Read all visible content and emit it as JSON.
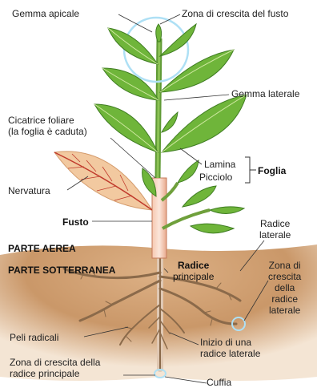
{
  "labels": {
    "gemma_apicale": "Gemma apicale",
    "zona_crescita_fusto": "Zona di crescita del fusto",
    "gemma_laterale": "Gemma laterale",
    "cicatrice_line1": "Cicatrice foliare",
    "cicatrice_line2": "(la foglia è caduta)",
    "nervatura": "Nervatura",
    "lamina": "Lamina",
    "picciolo": "Picciolo",
    "foglia": "Foglia",
    "fusto": "Fusto",
    "parte_aerea": "PARTE AEREA",
    "parte_sotterranea": "PARTE SOTTERRANEA",
    "radice_laterale_l1": "Radice",
    "radice_laterale_l2": "laterale",
    "radice_principale_l1": "Radice",
    "radice_principale_l2": "principale",
    "zona_radice_laterale_l1": "Zona di",
    "zona_radice_laterale_l2": "crescita",
    "zona_radice_laterale_l3": "della",
    "zona_radice_laterale_l4": "radice",
    "zona_radice_laterale_l5": "laterale",
    "peli_radicali": "Peli radicali",
    "inizio_radice_l1": "Inizio di una",
    "inizio_radice_l2": "radice laterale",
    "zona_radice_principale_l1": "Zona di crescita della",
    "zona_radice_principale_l2": "radice principale",
    "cuffia": "Cuffia"
  },
  "colors": {
    "leaf": "#6fb53a",
    "leaf_dark": "#3f7d22",
    "leaf_vein": "#cfe8a0",
    "stem": "#7aa84a",
    "dead_leaf": "#f2c9a0",
    "dead_leaf_vein": "#c0392b",
    "stem_inner": "#f7d6c4",
    "soil": "#c78f5a",
    "soil_light": "#e6c39c",
    "root": "#8b6a4a",
    "root_light": "#e8d5c3",
    "circle": "#aee0f5"
  }
}
